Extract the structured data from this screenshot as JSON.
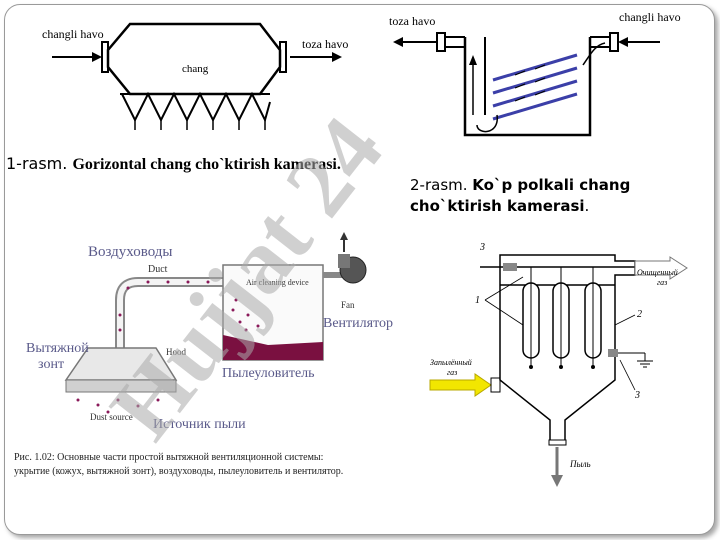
{
  "fig1": {
    "label_in": "changli havo",
    "label_out": "toza havo",
    "label_body": "chang"
  },
  "fig2": {
    "label_out": "toza havo",
    "label_in": "changli havo"
  },
  "caption1": {
    "num": "1-rasm. ",
    "text": "Gorizontal chang cho`ktirish kamerasi."
  },
  "caption2": {
    "num": "2-rasm. ",
    "text": "Ko`p polkali chang cho`ktirish kamerasi",
    "tail": "."
  },
  "fig3": {
    "ducts_ru": "Воздуховоды",
    "duct_en": "Duct",
    "air_cleaning_en": "Air cleaning device",
    "fan_en": "Fan",
    "fan_ru": "Вентилятор",
    "hood_ru_1": "Вытяжной",
    "hood_ru_2": "зонт",
    "hood_en": "Hood",
    "collector_ru": "Пылеуловитель",
    "dust_source_en": "Dust source",
    "dust_source_ru": "Источник пыли",
    "caption_line1": "Рис. 1.02: Основные части простой вытяжной вентиляционной системы:",
    "caption_line2": "укрытие (кожух, вытяжной зонт), воздуховоды, пылеуловитель и вентилятор."
  },
  "fig4": {
    "label_3a": "3",
    "label_1": "1",
    "label_2": "2",
    "label_3b": "3",
    "clean_gas_1": "Очищенный",
    "clean_gas_2": "газ",
    "dirty_gas_1": "Запылённый",
    "dirty_gas_2": "газ",
    "dust": "Пыль"
  },
  "watermark": {
    "text": "Hujjat 24"
  },
  "colors": {
    "accent_yellow": "#f2e600",
    "watermark_pink": "#e8b6d8",
    "dust_purple": "#8a1a5a"
  }
}
